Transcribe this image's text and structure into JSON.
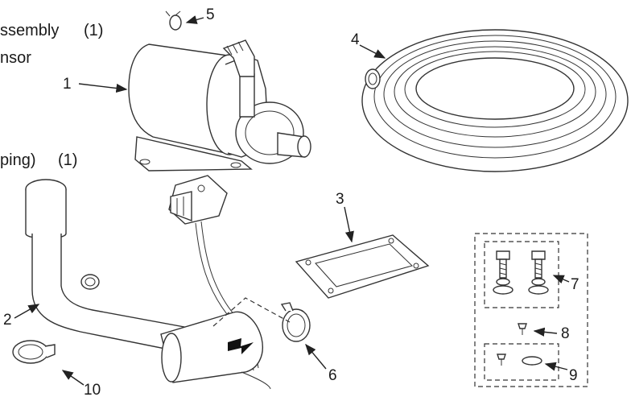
{
  "edge_text": {
    "line1": "ssembly",
    "line1_qty": "(1)",
    "line2": "nsor",
    "line3": "ping)",
    "line3_qty": "(1)"
  },
  "callouts": [
    "1",
    "2",
    "3",
    "4",
    "5",
    "6",
    "7",
    "8",
    "9",
    "10"
  ]
}
